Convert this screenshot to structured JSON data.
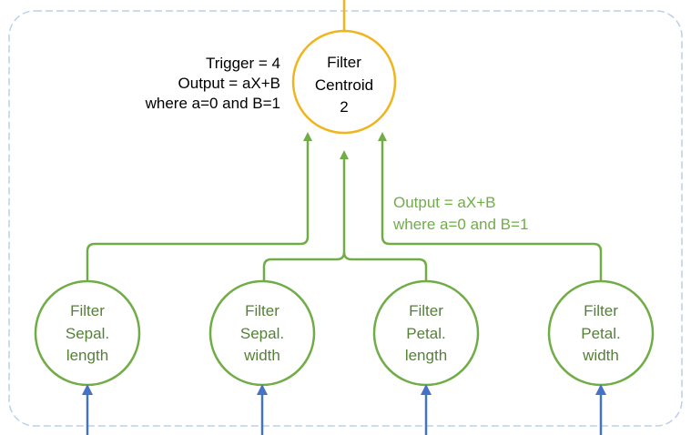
{
  "diagram": {
    "centroid": {
      "lines": [
        "Filter",
        "Centroid",
        "2"
      ],
      "stroke": "#f0b41d"
    },
    "centroid_annotation": {
      "lines": [
        "Trigger = 4",
        "Output = aX+B",
        "where a=0 and B=1"
      ]
    },
    "edge_annotation": {
      "lines": [
        "Output = aX+B",
        "where a=0 and B=1"
      ],
      "color": "#70ad47"
    },
    "filters": [
      {
        "lines": [
          "Filter",
          "Sepal.",
          "length"
        ]
      },
      {
        "lines": [
          "Filter",
          "Sepal.",
          "width"
        ]
      },
      {
        "lines": [
          "Filter",
          "Petal.",
          "length"
        ]
      },
      {
        "lines": [
          "Filter",
          "Petal.",
          "width"
        ]
      }
    ],
    "colors": {
      "filter_stroke": "#70ad47",
      "filter_text": "#548235",
      "input_arrow": "#4472c4",
      "container_border": "#bcd0ea"
    }
  }
}
